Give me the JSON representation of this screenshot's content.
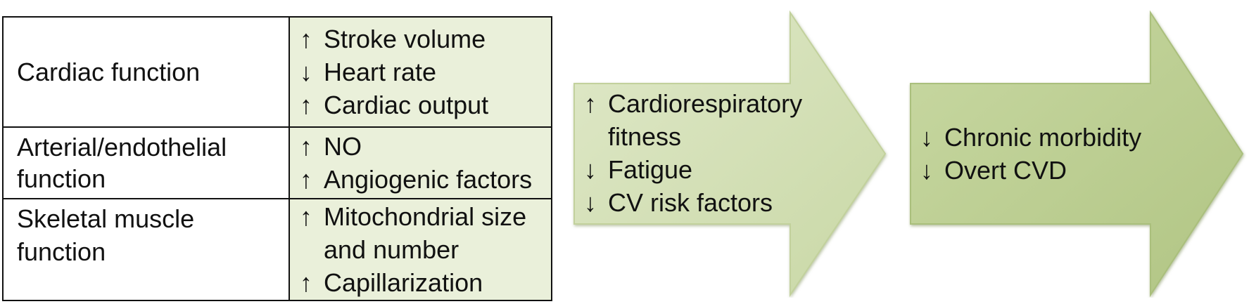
{
  "table": {
    "rows": [
      {
        "label": "Cardiac function",
        "effects": [
          {
            "dir": "↑",
            "text": "Stroke volume"
          },
          {
            "dir": "↓",
            "text": "Heart rate"
          },
          {
            "dir": "↑",
            "text": "Cardiac output"
          }
        ]
      },
      {
        "label": "Arterial/endothelial function",
        "effects": [
          {
            "dir": "↑",
            "text": "NO"
          },
          {
            "dir": "↑",
            "text": "Angiogenic factors"
          }
        ]
      },
      {
        "label": "Skeletal muscle function",
        "effects": [
          {
            "dir": "↑",
            "text": "Mitochondrial size and number"
          },
          {
            "dir": "↑",
            "text": "Capillarization"
          }
        ]
      }
    ]
  },
  "arrow1": {
    "fill": "#d3dfb6",
    "items": [
      {
        "dir": "↑",
        "text": "Cardiorespiratory fitness"
      },
      {
        "dir": "↓",
        "text": "Fatigue"
      },
      {
        "dir": "↓",
        "text": "CV risk factors"
      }
    ]
  },
  "arrow2": {
    "fill": "#bccf92",
    "items": [
      {
        "dir": "↓",
        "text": "Chronic morbidity"
      },
      {
        "dir": "↓",
        "text": "Overt CVD"
      }
    ]
  }
}
